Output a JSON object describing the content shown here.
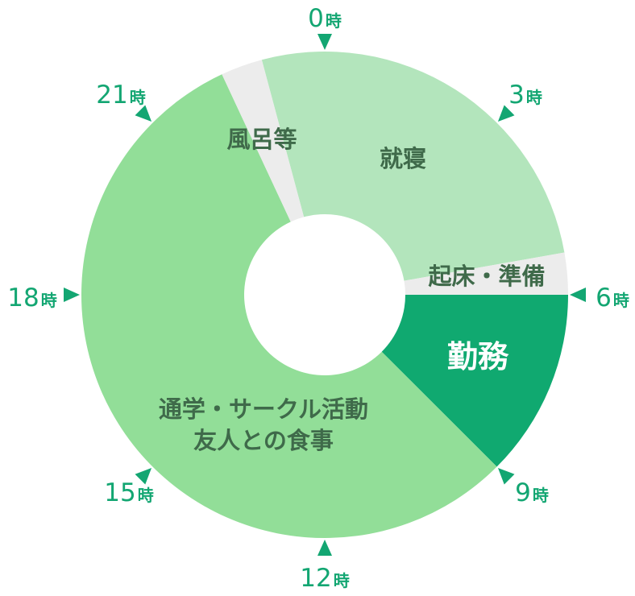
{
  "chart_data": {
    "type": "pie",
    "variant": "donut",
    "title": "",
    "unit": "hours (24h clock, 0時 at top, clockwise)",
    "segments": [
      {
        "label": "就寝",
        "start": 23.0,
        "end": 29.3333,
        "hours": 6.3333,
        "color": "#b3e5bc"
      },
      {
        "label": "起床・準備",
        "start": 5.3333,
        "end": 6.0,
        "hours": 0.6667,
        "color": "#ececec"
      },
      {
        "label": "勤務",
        "start": 6.0,
        "end": 9.0,
        "hours": 3.0,
        "color": "#10a970"
      },
      {
        "label": "通学・サークル活動\n友人との食事",
        "start": 9.0,
        "end": 22.3333,
        "hours": 13.3333,
        "color": "#92de98"
      },
      {
        "label": "風呂等",
        "start": 22.3333,
        "end": 23.0,
        "hours": 0.6667,
        "color": "#ececec"
      }
    ],
    "ticks": [
      {
        "hour": 0,
        "num": "0",
        "unit": "時"
      },
      {
        "hour": 3,
        "num": "3",
        "unit": "時"
      },
      {
        "hour": 6,
        "num": "6",
        "unit": "時"
      },
      {
        "hour": 9,
        "num": "9",
        "unit": "時"
      },
      {
        "hour": 12,
        "num": "12",
        "unit": "時"
      },
      {
        "hour": 15,
        "num": "15",
        "unit": "時"
      },
      {
        "hour": 18,
        "num": "18",
        "unit": "時"
      },
      {
        "hour": 21,
        "num": "21",
        "unit": "時"
      }
    ],
    "colors": {
      "accent": "#13a672",
      "label_text": "#3f6a4a",
      "label_text_on_dark": "#ffffff"
    }
  },
  "labels": {
    "sleep": "就寝",
    "wake_prep": "起床・準備",
    "work": "勤務",
    "school_line1": "通学・サークル活動",
    "school_line2": "友人との食事",
    "bath": "風呂等"
  }
}
